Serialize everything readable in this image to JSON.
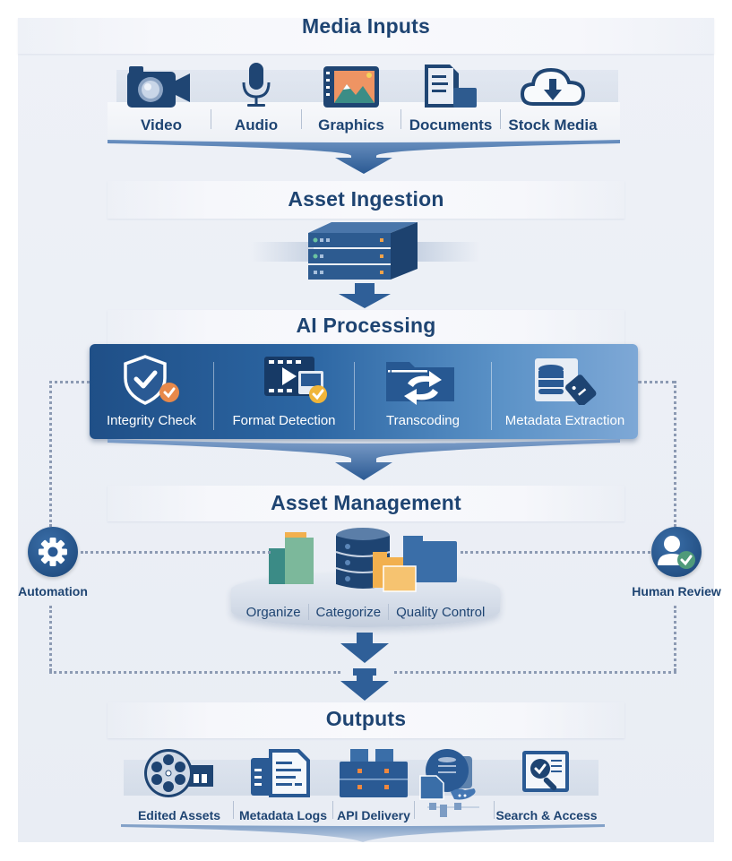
{
  "diagram": {
    "colors": {
      "primary": "#1e4472",
      "accent_orange": "#e8894a",
      "accent_green": "#4f9a7a",
      "panel_blue": "#2c66a3"
    },
    "stages": {
      "media_inputs": {
        "title": "Media Inputs",
        "items": [
          {
            "label": "Video",
            "icon": "video-camera-icon"
          },
          {
            "label": "Audio",
            "icon": "microphone-icon"
          },
          {
            "label": "Graphics",
            "icon": "image-icon"
          },
          {
            "label": "Documents",
            "icon": "document-icon"
          },
          {
            "label": "Stock Media",
            "icon": "cloud-download-icon"
          }
        ]
      },
      "asset_ingestion": {
        "title": "Asset Ingestion",
        "icon": "server-stack-icon"
      },
      "ai_processing": {
        "title": "AI Processing",
        "items": [
          {
            "label": "Integrity Check",
            "icon": "shield-check-icon"
          },
          {
            "label": "Format Detection",
            "icon": "film-play-icon"
          },
          {
            "label": "Transcoding",
            "icon": "folder-sync-icon"
          },
          {
            "label": "Metadata Extraction",
            "icon": "database-tag-icon"
          }
        ]
      },
      "asset_management": {
        "title": "Asset Management",
        "icon": "database-folders-icon",
        "items": [
          "Organize",
          "Categorize",
          "Quality Control"
        ]
      },
      "outputs": {
        "title": "Outputs",
        "items": [
          {
            "label": "Edited Assets",
            "icon": "film-reel-icon"
          },
          {
            "label": "Metadata Logs",
            "icon": "log-document-icon"
          },
          {
            "label": "API Delivery",
            "icon": "api-server-icon"
          },
          {
            "label": "",
            "icon": "database-network-icon"
          },
          {
            "label": "Search & Access",
            "icon": "search-document-icon"
          }
        ]
      }
    },
    "side_nodes": {
      "left": {
        "label": "Automation",
        "icon": "gear-icon"
      },
      "right": {
        "label": "Human Review",
        "icon": "user-check-icon"
      }
    }
  }
}
